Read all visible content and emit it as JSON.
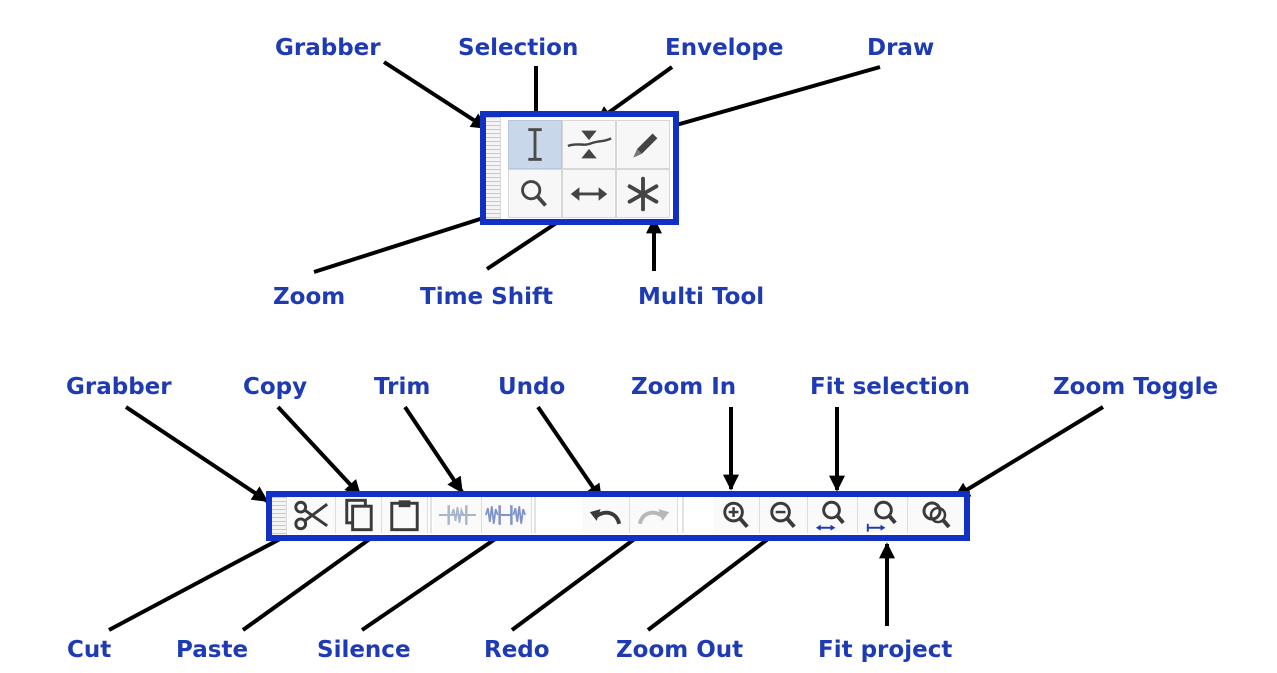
{
  "tools_toolbar": {
    "labels": {
      "grabber": "Grabber",
      "selection": "Selection",
      "envelope": "Envelope",
      "draw": "Draw",
      "zoom": "Zoom",
      "time_shift": "Time Shift",
      "multi_tool": "Multi Tool"
    },
    "buttons": [
      {
        "name": "selection-tool",
        "icon": "i-beam-icon",
        "active": true
      },
      {
        "name": "envelope-tool",
        "icon": "envelope-icon",
        "active": false
      },
      {
        "name": "draw-tool",
        "icon": "pencil-icon",
        "active": false
      },
      {
        "name": "zoom-tool",
        "icon": "magnifier-icon",
        "active": false
      },
      {
        "name": "time-shift-tool",
        "icon": "double-arrow-icon",
        "active": false
      },
      {
        "name": "multi-tool",
        "icon": "asterisk-icon",
        "active": false
      }
    ]
  },
  "edit_toolbar": {
    "labels": {
      "grabber": "Grabber",
      "copy": "Copy",
      "trim": "Trim",
      "undo": "Undo",
      "zoom_in": "Zoom In",
      "fit_selection": "Fit selection",
      "zoom_toggle": "Zoom Toggle",
      "cut": "Cut",
      "paste": "Paste",
      "silence": "Silence",
      "redo": "Redo",
      "zoom_out": "Zoom Out",
      "fit_project": "Fit project"
    },
    "buttons": [
      {
        "name": "cut",
        "icon": "scissors-icon",
        "enabled": true
      },
      {
        "name": "copy",
        "icon": "copy-icon",
        "enabled": true
      },
      {
        "name": "paste",
        "icon": "clipboard-icon",
        "enabled": true
      },
      {
        "name": "trim",
        "icon": "trim-audio-icon",
        "enabled": false
      },
      {
        "name": "silence",
        "icon": "silence-audio-icon",
        "enabled": false
      },
      {
        "name": "undo",
        "icon": "undo-arrow-icon",
        "enabled": true
      },
      {
        "name": "redo",
        "icon": "redo-arrow-icon",
        "enabled": false
      },
      {
        "name": "zoom-in",
        "icon": "zoom-in-icon",
        "enabled": true
      },
      {
        "name": "zoom-out",
        "icon": "zoom-out-icon",
        "enabled": true
      },
      {
        "name": "fit-selection",
        "icon": "fit-selection-icon",
        "enabled": true
      },
      {
        "name": "fit-project",
        "icon": "fit-project-icon",
        "enabled": true
      },
      {
        "name": "zoom-toggle",
        "icon": "zoom-toggle-icon",
        "enabled": true
      }
    ]
  },
  "colors": {
    "label_text": "#1f3bb3",
    "frame": "#1130c4",
    "arrow": "#000000",
    "active_button": "#c9d7ea",
    "disabled_icon": "#a8b6cc"
  }
}
